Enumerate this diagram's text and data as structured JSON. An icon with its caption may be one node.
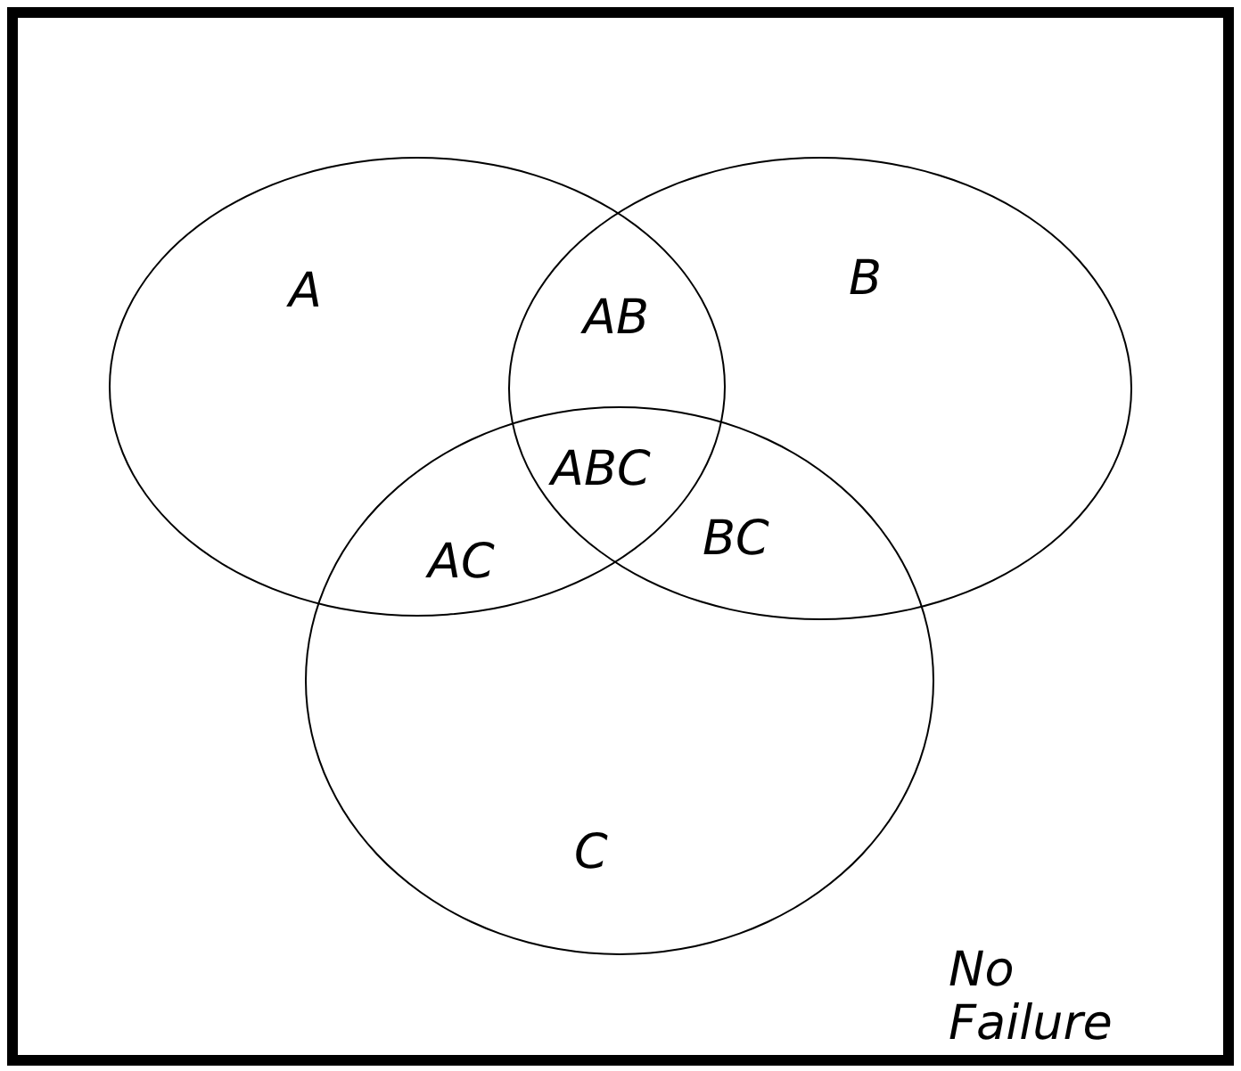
{
  "diagram": {
    "nodes": [
      {
        "text": [
          "No Failure"
        ]
      },
      {
        "text": [
          "A"
        ],
        "in": 0
      },
      {
        "text": [
          "B"
        ],
        "in": 0
      },
      {
        "text": [
          "C"
        ],
        "in": 0
      }
    ],
    "labels": [
      "AB",
      "ABC",
      "AC",
      "BC"
    ]
  }
}
